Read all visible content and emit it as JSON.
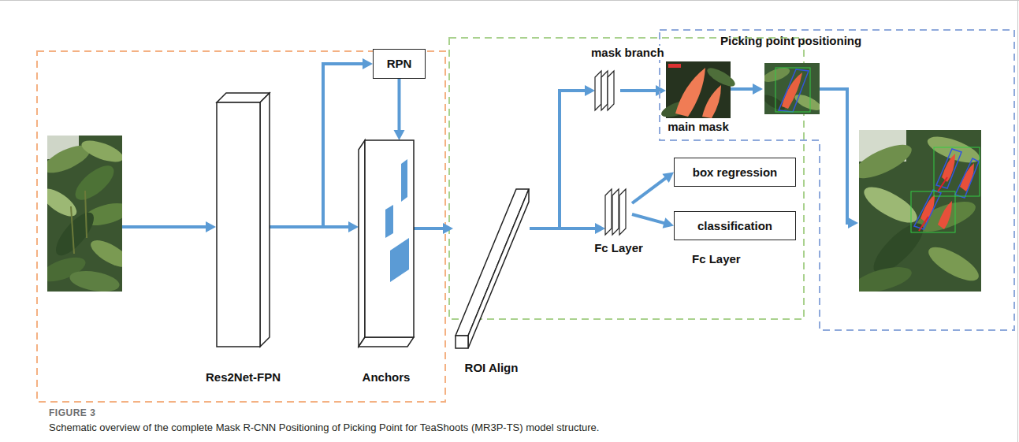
{
  "diagram": {
    "caption": "Schematic overview of the complete Mask R-CNN Positioning of Picking Point for TeaShoots (MR3P-TS) model structure.",
    "nodes": [
      {
        "text": [
          "Res2Net-FPN"
        ]
      },
      {
        "text": [
          "RPN"
        ]
      },
      {
        "text": [
          "Anchors"
        ]
      },
      {
        "text": [
          "ROI Align"
        ]
      },
      {
        "text": [
          "mask branch"
        ]
      },
      {
        "text": [
          "Fc Layer"
        ]
      },
      {
        "text": [
          "box regression"
        ]
      },
      {
        "text": [
          "classification"
        ]
      },
      {
        "text": [
          "Picking point positioning"
        ]
      },
      {
        "text": [
          "main mask"
        ],
        "in": 8
      }
    ],
    "edges": [
      {
        "from": 0,
        "to": 1,
        "arrow": "to"
      },
      {
        "from": 0,
        "to": 2,
        "arrow": "to"
      },
      {
        "from": 1,
        "to": 2,
        "arrow": "to"
      },
      {
        "from": 2,
        "to": 3,
        "arrow": "to"
      },
      {
        "from": 3,
        "to": 4,
        "arrow": "to"
      },
      {
        "from": 3,
        "to": 5,
        "arrow": "to"
      },
      {
        "from": 5,
        "to": 6,
        "arrow": "to"
      },
      {
        "from": 5,
        "to": 7,
        "arrow": "to"
      },
      {
        "from": 4,
        "to": 9,
        "arrow": "to"
      }
    ],
    "labels": [
      "Fc Layer",
      "FIGURE 3"
    ]
  }
}
